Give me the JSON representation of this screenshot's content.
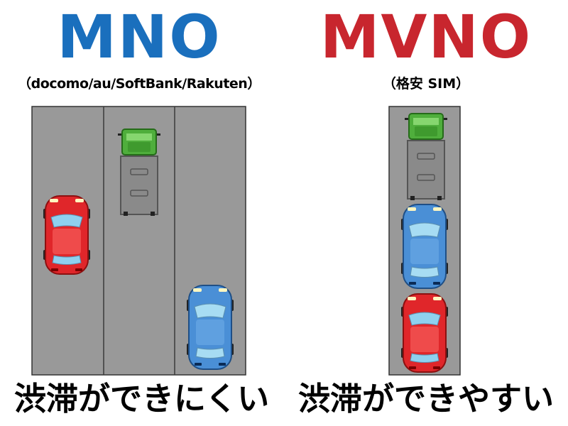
{
  "mno": {
    "title": "MNO",
    "subtitle": "（docomo/au/SoftBank/Rakuten）",
    "caption": "渋滞ができにくい"
  },
  "mvno": {
    "title": "MVNO",
    "subtitle": "（格安 SIM）",
    "caption": "渋滞ができやすい"
  },
  "colors": {
    "mno_title": "#1a6fbd",
    "mvno_title": "#c8262e",
    "road": "#999999",
    "lane_line": "#3a3a3a",
    "car_red": "#e0262a",
    "car_blue": "#4a8fd6",
    "truck_cab": "#4fae3c",
    "truck_cargo": "#8a8a8a"
  },
  "icons": {
    "vehicles": [
      "red-car-icon",
      "truck-icon",
      "blue-car-icon"
    ]
  }
}
